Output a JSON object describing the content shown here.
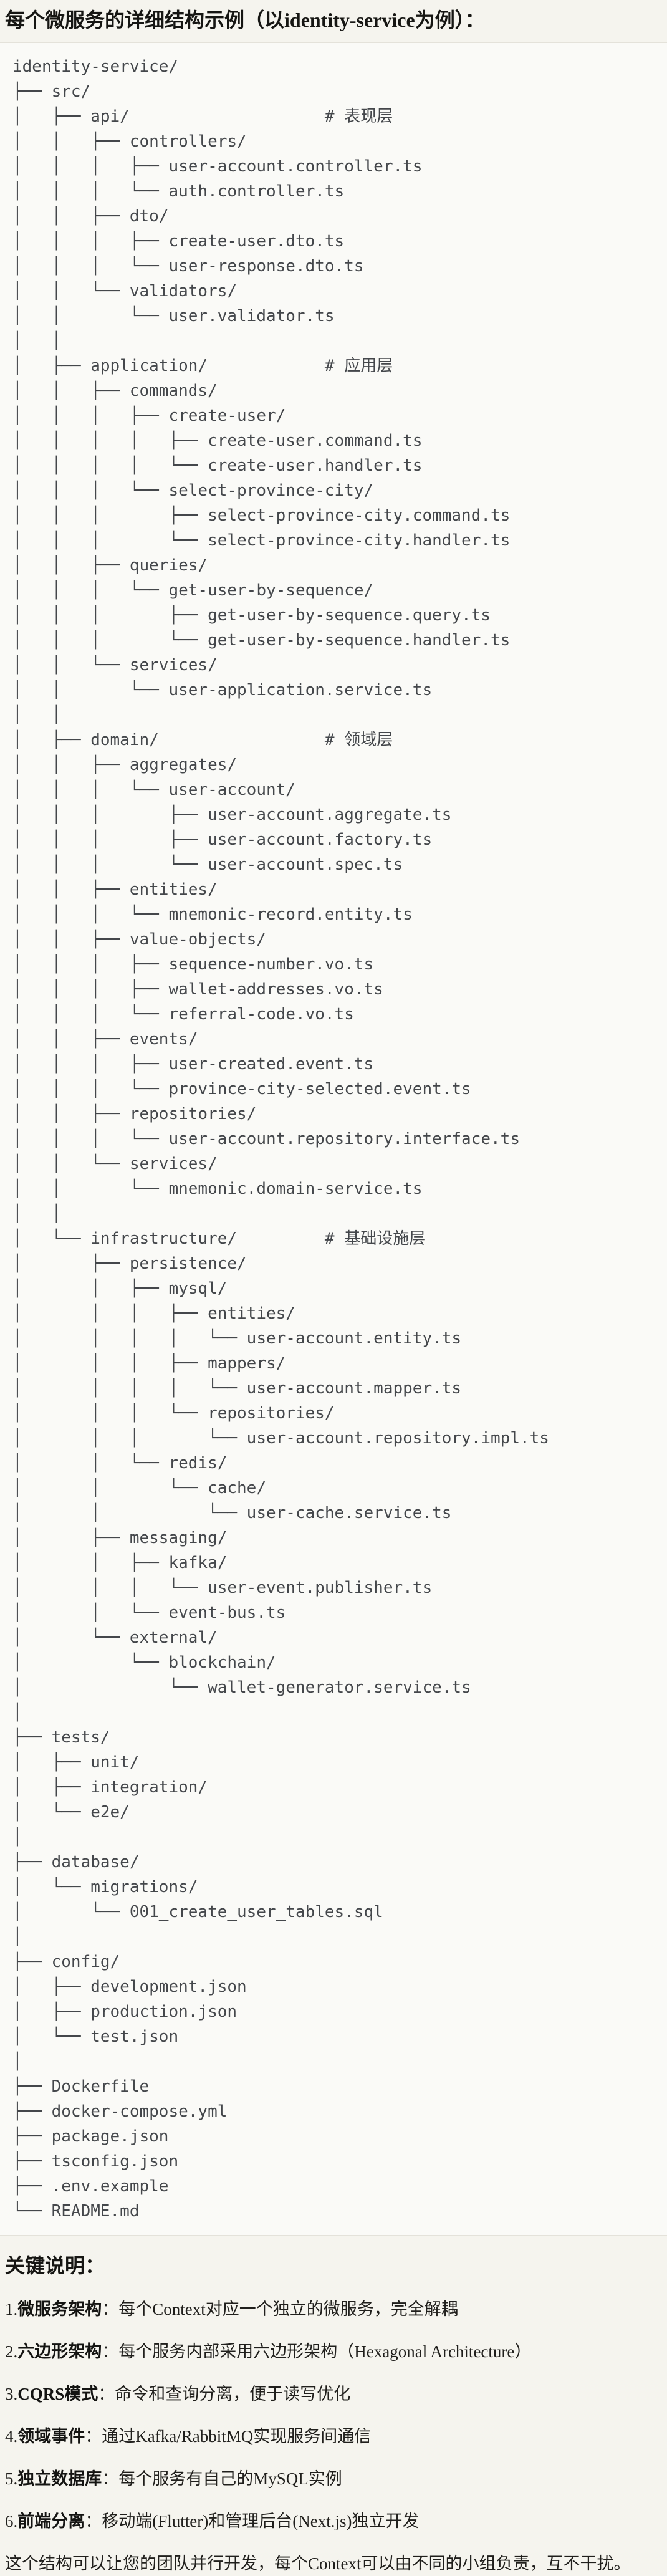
{
  "header": {
    "title": "每个微服务的详细结构示例（以identity-service为例）："
  },
  "code_block": {
    "language": "text",
    "tree_lines": [
      "identity-service/",
      "├── src/",
      "│   ├── api/                    # 表现层",
      "│   │   ├── controllers/",
      "│   │   │   ├── user-account.controller.ts",
      "│   │   │   └── auth.controller.ts",
      "│   │   ├── dto/",
      "│   │   │   ├── create-user.dto.ts",
      "│   │   │   └── user-response.dto.ts",
      "│   │   └── validators/",
      "│   │       └── user.validator.ts",
      "│   │",
      "│   ├── application/            # 应用层",
      "│   │   ├── commands/",
      "│   │   │   ├── create-user/",
      "│   │   │   │   ├── create-user.command.ts",
      "│   │   │   │   └── create-user.handler.ts",
      "│   │   │   └── select-province-city/",
      "│   │   │       ├── select-province-city.command.ts",
      "│   │   │       └── select-province-city.handler.ts",
      "│   │   ├── queries/",
      "│   │   │   └── get-user-by-sequence/",
      "│   │   │       ├── get-user-by-sequence.query.ts",
      "│   │   │       └── get-user-by-sequence.handler.ts",
      "│   │   └── services/",
      "│   │       └── user-application.service.ts",
      "│   │",
      "│   ├── domain/                 # 领域层",
      "│   │   ├── aggregates/",
      "│   │   │   └── user-account/",
      "│   │   │       ├── user-account.aggregate.ts",
      "│   │   │       ├── user-account.factory.ts",
      "│   │   │       └── user-account.spec.ts",
      "│   │   ├── entities/",
      "│   │   │   └── mnemonic-record.entity.ts",
      "│   │   ├── value-objects/",
      "│   │   │   ├── sequence-number.vo.ts",
      "│   │   │   ├── wallet-addresses.vo.ts",
      "│   │   │   └── referral-code.vo.ts",
      "│   │   ├── events/",
      "│   │   │   ├── user-created.event.ts",
      "│   │   │   └── province-city-selected.event.ts",
      "│   │   ├── repositories/",
      "│   │   │   └── user-account.repository.interface.ts",
      "│   │   └── services/",
      "│   │       └── mnemonic.domain-service.ts",
      "│   │",
      "│   └── infrastructure/         # 基础设施层",
      "│       ├── persistence/",
      "│       │   ├── mysql/",
      "│       │   │   ├── entities/",
      "│       │   │   │   └── user-account.entity.ts",
      "│       │   │   ├── mappers/",
      "│       │   │   │   └── user-account.mapper.ts",
      "│       │   │   └── repositories/",
      "│       │   │       └── user-account.repository.impl.ts",
      "│       │   └── redis/",
      "│       │       └── cache/",
      "│       │           └── user-cache.service.ts",
      "│       ├── messaging/",
      "│       │   ├── kafka/",
      "│       │   │   └── user-event.publisher.ts",
      "│       │   └── event-bus.ts",
      "│       └── external/",
      "│           └── blockchain/",
      "│               └── wallet-generator.service.ts",
      "│",
      "├── tests/",
      "│   ├── unit/",
      "│   ├── integration/",
      "│   └── e2e/",
      "│",
      "├── database/",
      "│   └── migrations/",
      "│       └── 001_create_user_tables.sql",
      "│",
      "├── config/",
      "│   ├── development.json",
      "│   ├── production.json",
      "│   └── test.json",
      "│",
      "├── Dockerfile",
      "├── docker-compose.yml",
      "├── package.json",
      "├── tsconfig.json",
      "├── .env.example",
      "└── README.md"
    ]
  },
  "notes": {
    "title": "关键说明：",
    "items": [
      {
        "num": "1.",
        "label": "微服务架构",
        "desc": "：每个Context对应一个独立的微服务，完全解耦"
      },
      {
        "num": "2.",
        "label": "六边形架构",
        "desc": "：每个服务内部采用六边形架构（Hexagonal Architecture）"
      },
      {
        "num": "3.",
        "label": "CQRS模式",
        "desc": "：命令和查询分离，便于读写优化"
      },
      {
        "num": "4.",
        "label": "领域事件",
        "desc": "：通过Kafka/RabbitMQ实现服务间通信"
      },
      {
        "num": "5.",
        "label": "独立数据库",
        "desc": "：每个服务有自己的MySQL实例"
      },
      {
        "num": "6.",
        "label": "前端分离",
        "desc": "：移动端(Flutter)和管理后台(Next.js)独立开发"
      }
    ],
    "closing": "这个结构可以让您的团队并行开发，每个Context可以由不同的小组负责，互不干扰。"
  },
  "colors": {
    "page_bg": "#f5f4ee",
    "code_bg": "#fafaf7",
    "code_border": "#e4e2da",
    "tree_text": "#44474b",
    "heading_text": "#161613"
  }
}
